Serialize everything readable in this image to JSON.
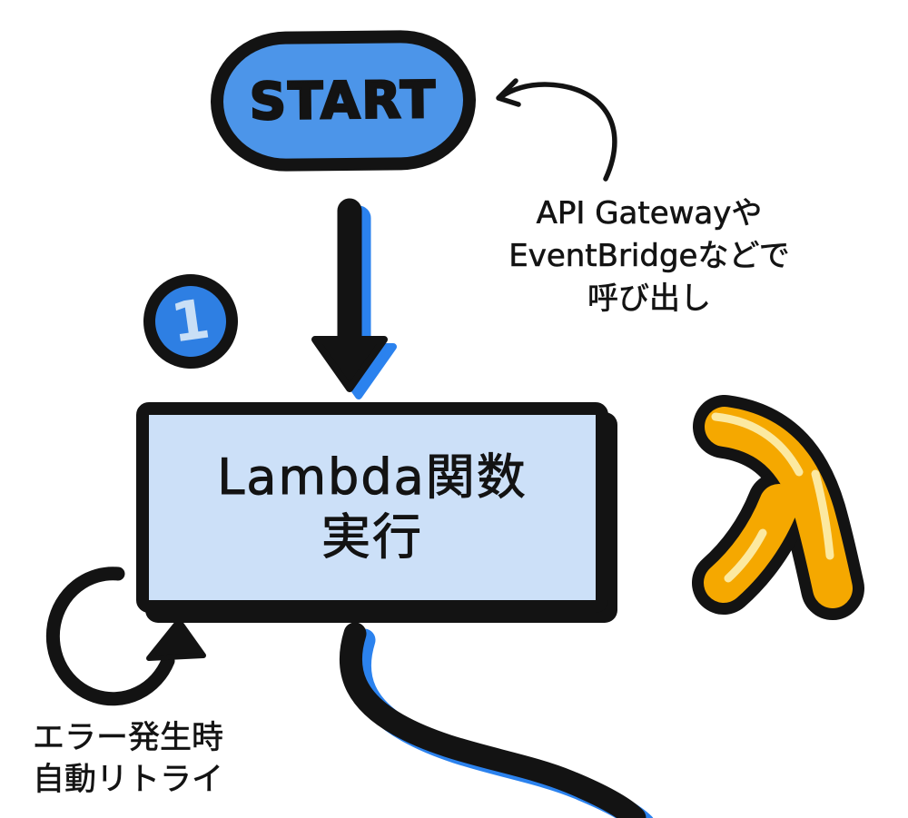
{
  "colors": {
    "background": "#FFFFFF",
    "ink": "#131313",
    "blue": "#4C95E9",
    "badge-blue": "#2E7FE3",
    "badge-number": "#C9DFF6",
    "box-fill": "#CCE0F8",
    "shadow-blue": "#2B82EE",
    "lambda-orange": "#F5A800",
    "lambda-highlight": "#FCE9A0"
  },
  "nodes": {
    "start": {
      "label": "START"
    },
    "step_badge": {
      "number": "1"
    },
    "lambda_box": {
      "line1": "Lambda関数",
      "line2": "実行"
    }
  },
  "annotations": {
    "trigger_note": {
      "line1": "API Gatewayや",
      "line2": "EventBridgeなどで",
      "line3": "呼び出し"
    },
    "retry_note": {
      "line1": "エラー発生時",
      "line2": "自動リトライ"
    }
  },
  "icons": {
    "down_arrow": "arrow-down-with-blue-shadow",
    "curved_arrow": "hand-drawn-curved-arrow-left",
    "retry_loop": "circular-retry-arrow",
    "lambda_logo": "aws-lambda-symbol",
    "flow_curve": "s-curve-flow-connector"
  }
}
